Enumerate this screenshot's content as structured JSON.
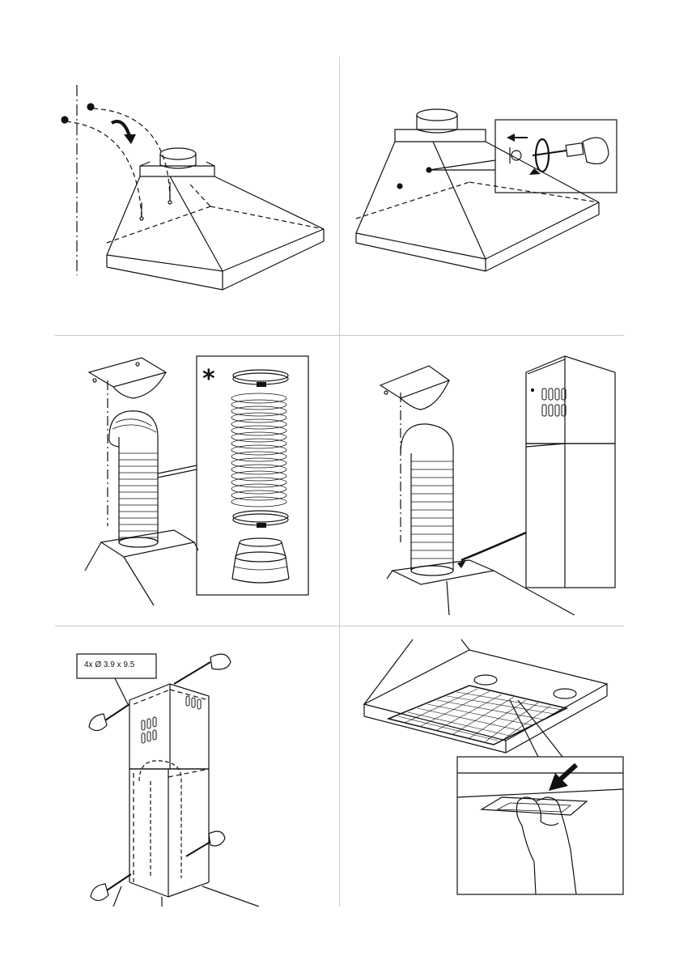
{
  "page": {
    "steps": [
      {
        "id": "step-1",
        "description_icon": "hang-hood-on-wall-screws"
      },
      {
        "id": "step-2",
        "description_icon": "tighten-screws-with-screwdriver"
      },
      {
        "id": "step-3",
        "description_icon": "connect-flexible-duct",
        "marker": "*"
      },
      {
        "id": "step-4",
        "description_icon": "fit-chimney-cover"
      },
      {
        "id": "step-5",
        "description_icon": "screw-chimney-cover",
        "screw_spec": "4x Ø 3.9 x 9.5"
      },
      {
        "id": "step-6",
        "description_icon": "insert-grease-filter"
      }
    ]
  },
  "colors": {
    "line": "#111111",
    "separator": "#c8c8c8",
    "background": "#ffffff"
  }
}
